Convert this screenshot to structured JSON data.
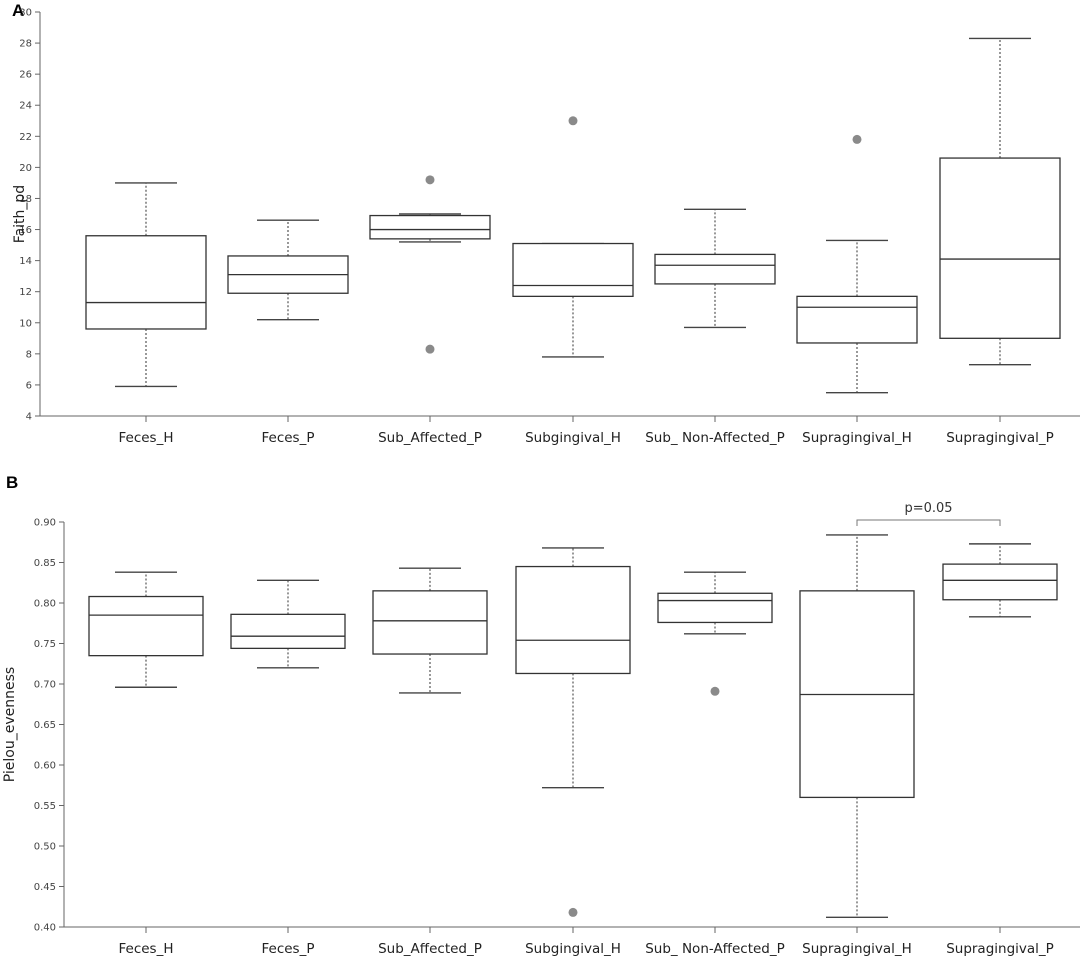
{
  "chart_data": [
    {
      "panel": "A",
      "type": "box",
      "ylabel": "Faith_pd",
      "ylim": [
        4,
        30
      ],
      "yticks": [
        "4",
        "6",
        "8",
        "10",
        "12",
        "14",
        "16",
        "18",
        "20",
        "22",
        "24",
        "26",
        "28",
        "30"
      ],
      "categories": [
        "Feces_H",
        "Feces_P",
        "Sub_Affected_P",
        "Subgingival_H",
        "Sub_ Non-Affected_P",
        "Supragingival_H",
        "Supragingival_P"
      ],
      "boxes": [
        {
          "whislo": 5.9,
          "q1": 9.6,
          "med": 11.3,
          "q3": 15.6,
          "whishi": 19.0,
          "fliers": []
        },
        {
          "whislo": 10.2,
          "q1": 11.9,
          "med": 13.1,
          "q3": 14.3,
          "whishi": 16.6,
          "fliers": []
        },
        {
          "whislo": 15.2,
          "q1": 15.4,
          "med": 16.0,
          "q3": 16.9,
          "whishi": 17.0,
          "fliers": [
            19.2,
            8.3
          ]
        },
        {
          "whislo": 7.8,
          "q1": 11.7,
          "med": 12.4,
          "q3": 15.1,
          "whishi": 15.1,
          "fliers": [
            23.0
          ]
        },
        {
          "whislo": 9.7,
          "q1": 12.5,
          "med": 13.7,
          "q3": 14.4,
          "whishi": 17.3,
          "fliers": []
        },
        {
          "whislo": 5.5,
          "q1": 8.7,
          "med": 11.0,
          "q3": 11.7,
          "whishi": 15.3,
          "fliers": [
            21.8
          ]
        },
        {
          "whislo": 7.3,
          "q1": 9.0,
          "med": 14.1,
          "q3": 20.6,
          "whishi": 28.3,
          "fliers": []
        }
      ]
    },
    {
      "panel": "B",
      "type": "box",
      "ylabel": "Pielou_evenness",
      "ylim": [
        0.4,
        0.9
      ],
      "yticks": [
        "0.40",
        "0.45",
        "0.50",
        "0.55",
        "0.60",
        "0.65",
        "0.70",
        "0.75",
        "0.80",
        "0.85",
        "0.90"
      ],
      "categories": [
        "Feces_H",
        "Feces_P",
        "Sub_Affected_P",
        "Subgingival_H",
        "Sub_ Non-Affected_P",
        "Supragingival_H",
        "Supragingival_P"
      ],
      "boxes": [
        {
          "whislo": 0.696,
          "q1": 0.735,
          "med": 0.785,
          "q3": 0.808,
          "whishi": 0.838,
          "fliers": []
        },
        {
          "whislo": 0.72,
          "q1": 0.744,
          "med": 0.759,
          "q3": 0.786,
          "whishi": 0.828,
          "fliers": []
        },
        {
          "whislo": 0.689,
          "q1": 0.737,
          "med": 0.778,
          "q3": 0.815,
          "whishi": 0.843,
          "fliers": []
        },
        {
          "whislo": 0.572,
          "q1": 0.713,
          "med": 0.754,
          "q3": 0.845,
          "whishi": 0.868,
          "fliers": [
            0.418
          ]
        },
        {
          "whislo": 0.762,
          "q1": 0.776,
          "med": 0.803,
          "q3": 0.812,
          "whishi": 0.838,
          "fliers": [
            0.691
          ]
        },
        {
          "whislo": 0.412,
          "q1": 0.56,
          "med": 0.687,
          "q3": 0.815,
          "whishi": 0.884,
          "fliers": []
        },
        {
          "whislo": 0.783,
          "q1": 0.804,
          "med": 0.828,
          "q3": 0.848,
          "whishi": 0.873,
          "fliers": []
        }
      ],
      "annotations": [
        {
          "text": "p=0.05",
          "from": "Supragingival_H",
          "to": "Supragingival_P",
          "y": 0.9
        }
      ]
    }
  ]
}
